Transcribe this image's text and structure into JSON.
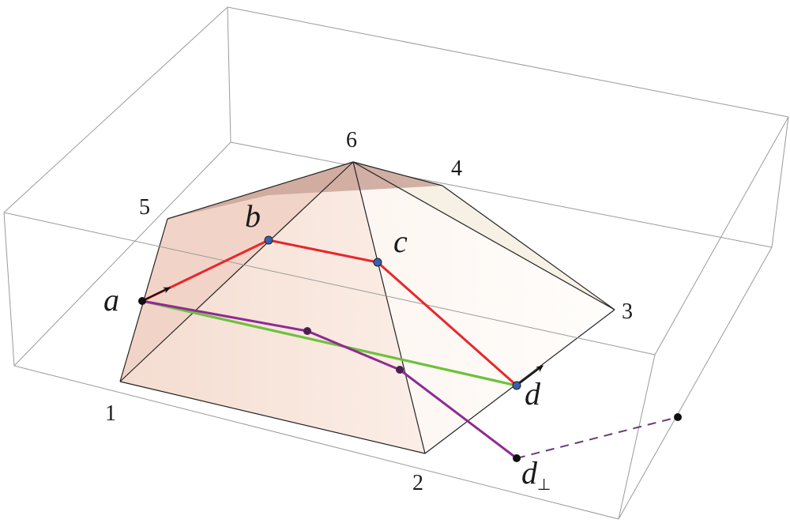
{
  "vertex_labels": {
    "v1": "1",
    "v2": "2",
    "v3": "3",
    "v4": "4",
    "v5": "5",
    "v6": "6"
  },
  "point_labels": {
    "a": "a",
    "b": "b",
    "c": "c",
    "d": "d",
    "d_perp_base": "d",
    "d_perp_sub": "⊥"
  },
  "colors": {
    "geodesic_path": "#e8262b",
    "straight_path": "#6cc23a",
    "unfolded_path": "#8e2a94",
    "dashed_path": "#6a3a78",
    "face_shade": "#f3d9cc",
    "top_shade": "#c89f94",
    "point_blue": "#3a5fb0"
  }
}
